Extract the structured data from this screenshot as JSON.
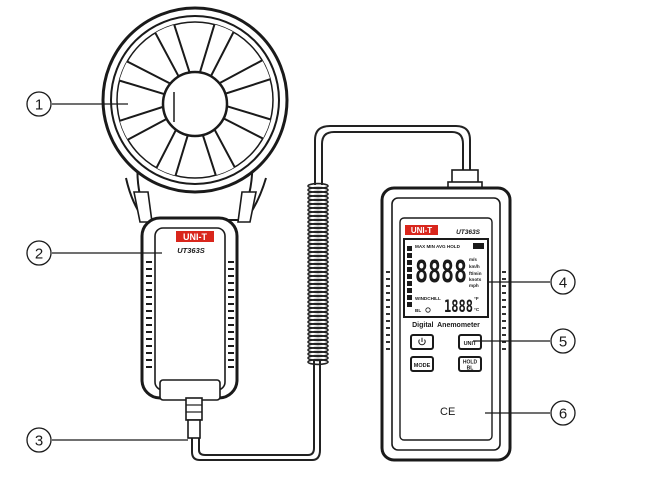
{
  "brand": "UNI-T",
  "model": "UT363S",
  "meter": {
    "lcd_modes": "MAX MIN AVG HOLD",
    "lcd_main_digits": "8888",
    "lcd_sub_digits": "1888",
    "lcd_units": [
      "m/s",
      "km/h",
      "ft/min",
      "knots",
      "mph"
    ],
    "lcd_temp_units": [
      "°F",
      "°C"
    ],
    "lcd_windchill": "WINDCHILL",
    "lcd_bl": "BL",
    "product_name": "Digital  Anemometer",
    "buttons": {
      "unit": "UNIT",
      "mode": "MODE",
      "hold_line1": "HOLD",
      "hold_line2": "BL"
    },
    "ce_mark": "CE"
  },
  "callouts": [
    "1",
    "2",
    "3",
    "4",
    "5",
    "6"
  ],
  "colors": {
    "outline": "#1a1a1a",
    "brand_red": "#d9261c",
    "body_fill": "#ffffff"
  }
}
